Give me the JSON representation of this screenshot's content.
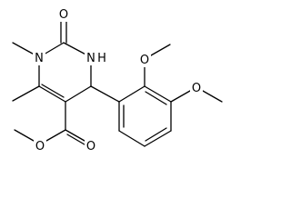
{
  "atoms": {
    "carbonyl_o": "O",
    "n1": "N",
    "nh": "N",
    "nh_h": "H",
    "ome_o_top": "O",
    "ome_o_right": "O",
    "ester_o_double": "O",
    "ester_o_single": "O"
  },
  "colors": {
    "bond": "#000000",
    "text": "#000000",
    "background": "#ffffff"
  }
}
